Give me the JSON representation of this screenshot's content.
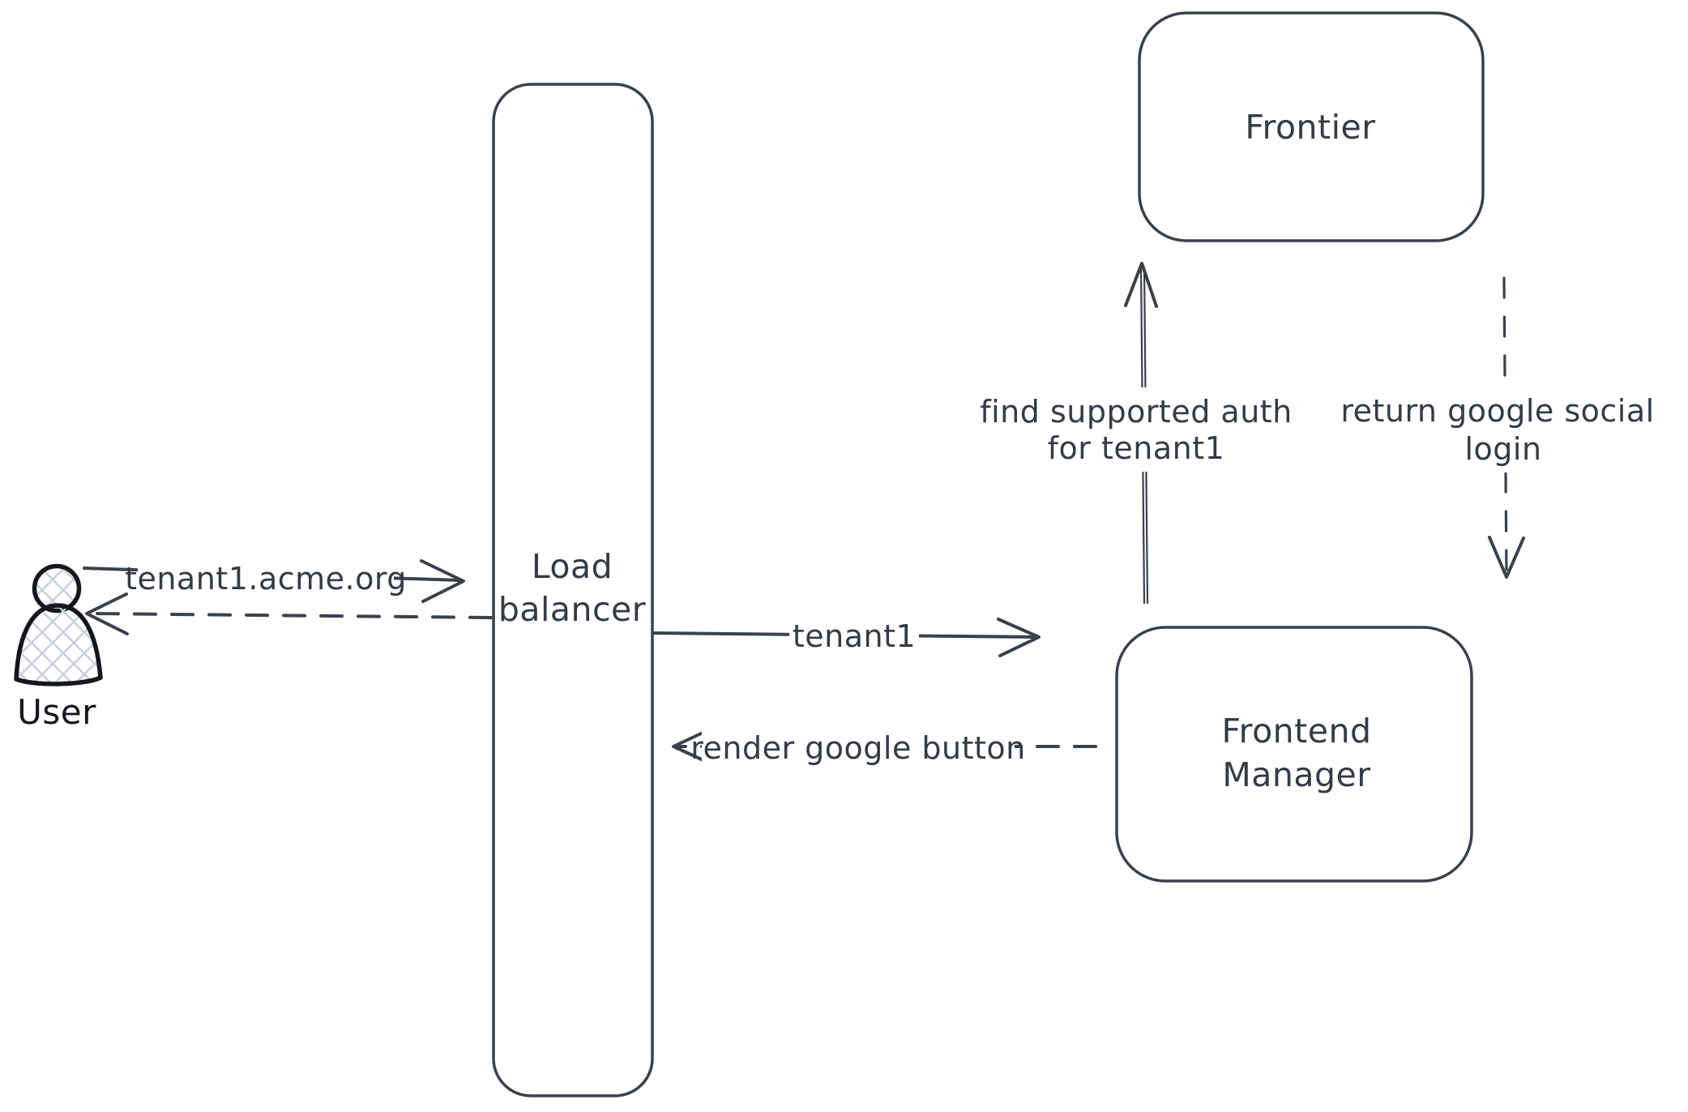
{
  "colors": {
    "stroke": "#3a414b",
    "text": "#343b45",
    "actor": "#14171c",
    "hatch": "#c9cfd9",
    "bg": "#ffffff"
  },
  "nodes": {
    "user": {
      "icon": "user-icon",
      "label": "User"
    },
    "load_balancer": {
      "label_line1": "Load",
      "label_line2": "balancer"
    },
    "frontier": {
      "label": "Frontier"
    },
    "frontend_manager": {
      "label_line1": "Frontend",
      "label_line2": "Manager"
    }
  },
  "edges": {
    "request_domain": {
      "from": "user",
      "to": "load_balancer",
      "style": "solid",
      "label": "tenant1.acme.org"
    },
    "response_to_user": {
      "from": "load_balancer",
      "to": "user",
      "style": "dashed"
    },
    "forward_tenant": {
      "from": "load_balancer",
      "to": "frontend_manager",
      "style": "solid",
      "label": "tenant1"
    },
    "render_button": {
      "from": "frontend_manager",
      "to": "load_balancer",
      "style": "dashed",
      "label": "render google button"
    },
    "find_auth": {
      "from": "frontend_manager",
      "to": "frontier",
      "style": "solid",
      "label_line1": "find supported auth",
      "label_line2": "for tenant1"
    },
    "return_login": {
      "from": "frontier",
      "to": "frontend_manager",
      "style": "dashed",
      "label_line1": "return google social",
      "label_line2": "login"
    }
  }
}
